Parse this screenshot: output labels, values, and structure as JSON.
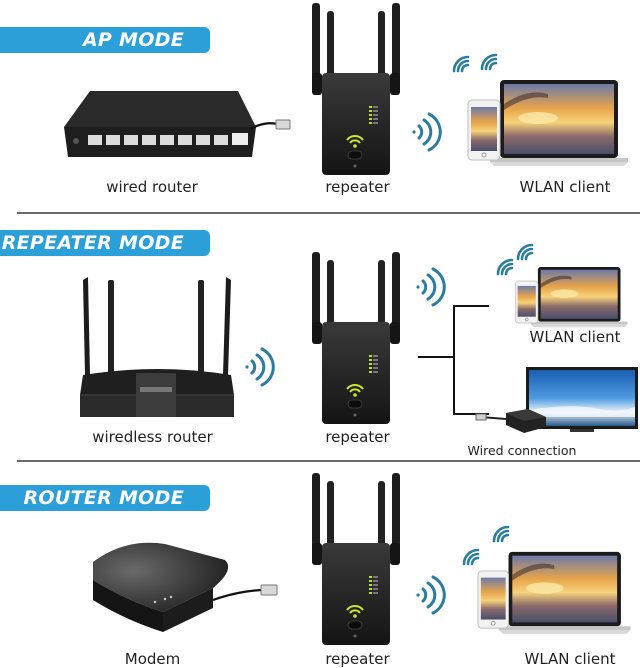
{
  "sections": [
    {
      "mode_title": "AP MODE",
      "devices": [
        {
          "label": "wired router",
          "icon": "wired-router-icon"
        },
        {
          "label": "repeater",
          "icon": "repeater-icon"
        },
        {
          "label": "WLAN client",
          "icon": "laptop-phone-icon"
        }
      ]
    },
    {
      "mode_title": "REPEATER MODE",
      "devices": [
        {
          "label": "wiredless router",
          "icon": "wireless-router-icon"
        },
        {
          "label": "repeater",
          "icon": "repeater-icon"
        },
        {
          "label": "WLAN client",
          "icon": "laptop-phone-icon"
        },
        {
          "label": "Wired connection",
          "icon": "tv-ethernet-icon"
        }
      ]
    },
    {
      "mode_title": "ROUTER MODE",
      "devices": [
        {
          "label": "Modem",
          "icon": "modem-icon"
        },
        {
          "label": "repeater",
          "icon": "repeater-icon"
        },
        {
          "label": "WLAN client",
          "icon": "laptop-phone-icon"
        }
      ]
    }
  ],
  "colors": {
    "banner": "#2a9fd8",
    "wifi_waves": "#2a7da0",
    "divider": "#6b6b6b",
    "device_body": "#1c1c1c",
    "led_green": "#b6e02a"
  }
}
